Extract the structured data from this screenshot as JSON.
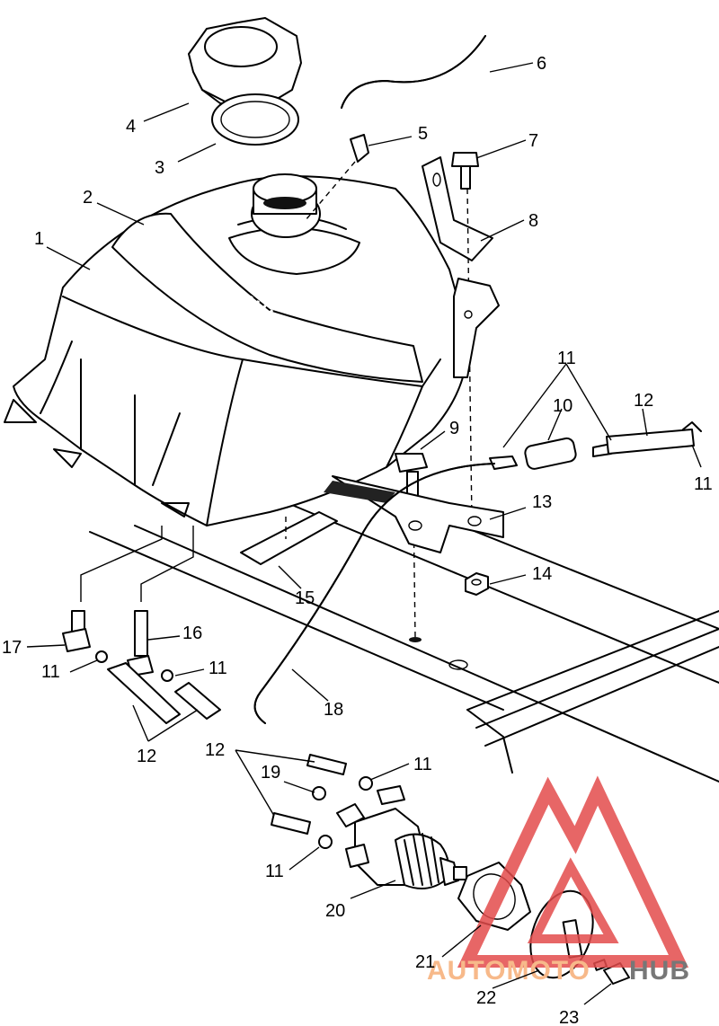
{
  "callouts": [
    {
      "id": "c1",
      "label": "1"
    },
    {
      "id": "c2",
      "label": "2"
    },
    {
      "id": "c3",
      "label": "3"
    },
    {
      "id": "c4",
      "label": "4"
    },
    {
      "id": "c5",
      "label": "5"
    },
    {
      "id": "c6",
      "label": "6"
    },
    {
      "id": "c7",
      "label": "7"
    },
    {
      "id": "c8",
      "label": "8"
    },
    {
      "id": "c9",
      "label": "9"
    },
    {
      "id": "c10",
      "label": "10"
    },
    {
      "id": "c11a",
      "label": "11"
    },
    {
      "id": "c11b",
      "label": "11"
    },
    {
      "id": "c11c",
      "label": "11"
    },
    {
      "id": "c11d",
      "label": "11"
    },
    {
      "id": "c11e",
      "label": "11"
    },
    {
      "id": "c11f",
      "label": "11"
    },
    {
      "id": "c12a",
      "label": "12"
    },
    {
      "id": "c12b",
      "label": "12"
    },
    {
      "id": "c12c",
      "label": "12"
    },
    {
      "id": "c13",
      "label": "13"
    },
    {
      "id": "c14",
      "label": "14"
    },
    {
      "id": "c15",
      "label": "15"
    },
    {
      "id": "c16",
      "label": "16"
    },
    {
      "id": "c17",
      "label": "17"
    },
    {
      "id": "c18",
      "label": "18"
    },
    {
      "id": "c19",
      "label": "19"
    },
    {
      "id": "c20",
      "label": "20"
    },
    {
      "id": "c21",
      "label": "21"
    },
    {
      "id": "c22",
      "label": "22"
    },
    {
      "id": "c23",
      "label": "23"
    }
  ],
  "watermark": {
    "text_auto": "AUTOMOTO",
    "text_hub": "HUB",
    "color_auto": "#f7b98a",
    "color_hub": "#777777",
    "logo_color": "#e34b4b"
  }
}
